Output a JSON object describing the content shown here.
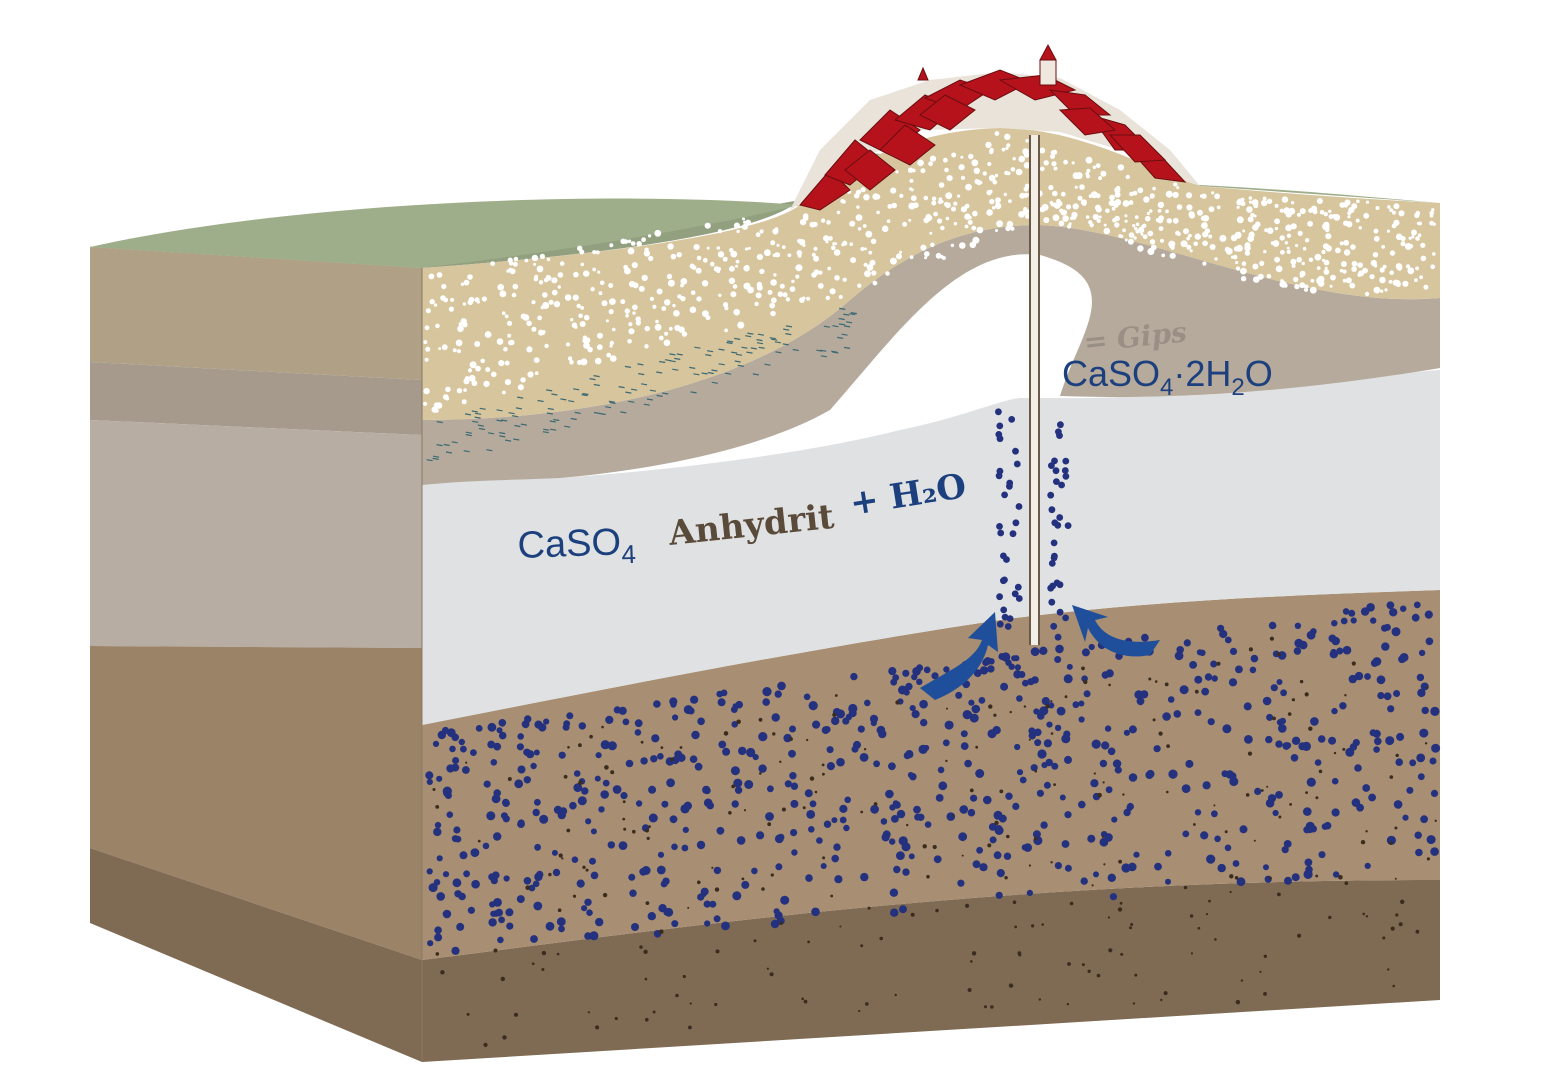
{
  "labels": {
    "anhydrite_formula": "CaSO",
    "anhydrite_formula_sub": "4",
    "anhydrite_name": "Anhydrit",
    "plus_water": "+ H₂O",
    "gips_prefix": "= Gips",
    "gypsum_formula_a": "CaSO",
    "gypsum_formula_sub_a": "4",
    "gypsum_formula_b": "·2H",
    "gypsum_formula_sub_b": "2",
    "gypsum_formula_c": "O"
  },
  "colors": {
    "water_dots": "#23317f",
    "arrows": "#1f4f9a",
    "labels_blue": "#1c3f7e",
    "roofs": "#b5121b"
  }
}
